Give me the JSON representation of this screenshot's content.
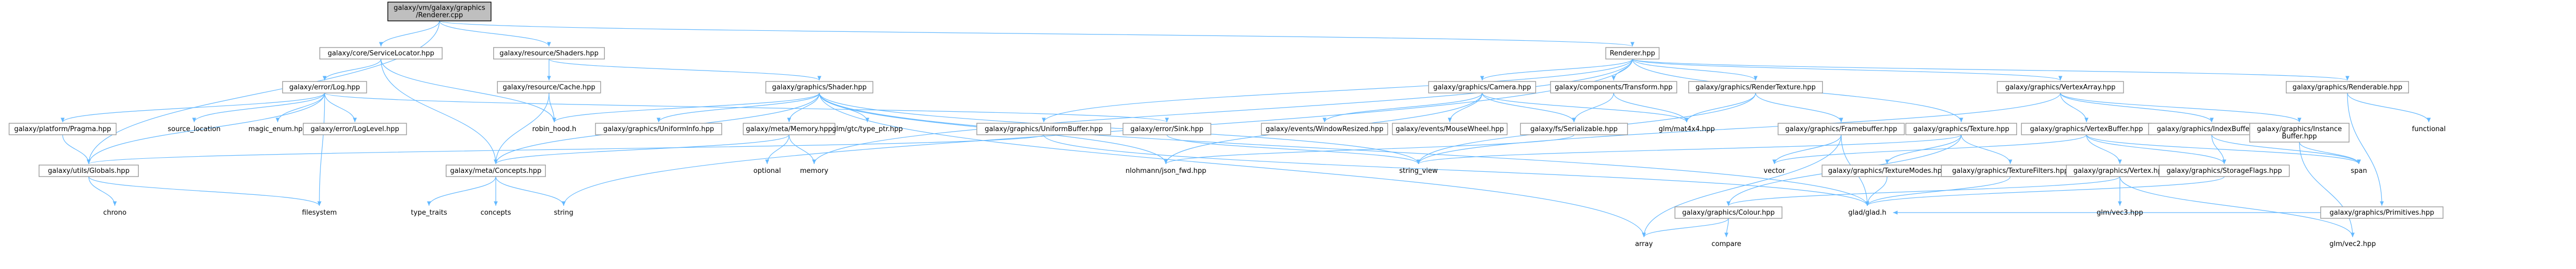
{
  "graph": {
    "nodes": [
      {
        "id": "root",
        "lines": [
          "galaxy/vm/galaxy/graphics",
          "/Renderer.cpp"
        ],
        "kind": "root"
      },
      {
        "id": "serviceLocator",
        "lines": [
          "galaxy/core/ServiceLocator.hpp"
        ],
        "kind": "file"
      },
      {
        "id": "shaders",
        "lines": [
          "galaxy/resource/Shaders.hpp"
        ],
        "kind": "file"
      },
      {
        "id": "renderer",
        "lines": [
          "Renderer.hpp"
        ],
        "kind": "file"
      },
      {
        "id": "log",
        "lines": [
          "galaxy/error/Log.hpp"
        ],
        "kind": "file"
      },
      {
        "id": "cache",
        "lines": [
          "galaxy/resource/Cache.hpp"
        ],
        "kind": "file"
      },
      {
        "id": "shader",
        "lines": [
          "galaxy/graphics/Shader.hpp"
        ],
        "kind": "file"
      },
      {
        "id": "camera",
        "lines": [
          "galaxy/graphics/Camera.hpp"
        ],
        "kind": "file"
      },
      {
        "id": "transform",
        "lines": [
          "galaxy/components/Transform.hpp"
        ],
        "kind": "file"
      },
      {
        "id": "renderTexture",
        "lines": [
          "galaxy/graphics/RenderTexture.hpp"
        ],
        "kind": "file"
      },
      {
        "id": "vertexArray",
        "lines": [
          "galaxy/graphics/VertexArray.hpp"
        ],
        "kind": "file"
      },
      {
        "id": "renderable",
        "lines": [
          "galaxy/graphics/Renderable.hpp"
        ],
        "kind": "file"
      },
      {
        "id": "pragma",
        "lines": [
          "galaxy/platform/Pragma.hpp"
        ],
        "kind": "file"
      },
      {
        "id": "sourceLocation",
        "lines": [
          "source_location"
        ],
        "kind": "leaf"
      },
      {
        "id": "magicEnum",
        "lines": [
          "magic_enum.hpp"
        ],
        "kind": "leaf"
      },
      {
        "id": "logLevel",
        "lines": [
          "galaxy/error/LogLevel.hpp"
        ],
        "kind": "file"
      },
      {
        "id": "robinHood",
        "lines": [
          "robin_hood.h"
        ],
        "kind": "leaf"
      },
      {
        "id": "uniformInfo",
        "lines": [
          "galaxy/graphics/UniformInfo.hpp"
        ],
        "kind": "file"
      },
      {
        "id": "memoryHpp",
        "lines": [
          "galaxy/meta/Memory.hpp"
        ],
        "kind": "file"
      },
      {
        "id": "typeGtr",
        "lines": [
          "glm/gtc/type_ptr.hpp"
        ],
        "kind": "leaf"
      },
      {
        "id": "uniformBuffer",
        "lines": [
          "galaxy/graphics/UniformBuffer.hpp"
        ],
        "kind": "file"
      },
      {
        "id": "sink",
        "lines": [
          "galaxy/error/Sink.hpp"
        ],
        "kind": "file"
      },
      {
        "id": "windowResized",
        "lines": [
          "galaxy/events/WindowResized.hpp"
        ],
        "kind": "file"
      },
      {
        "id": "mouseWheel",
        "lines": [
          "galaxy/events/MouseWheel.hpp"
        ],
        "kind": "file"
      },
      {
        "id": "serializable",
        "lines": [
          "galaxy/fs/Serializable.hpp"
        ],
        "kind": "file"
      },
      {
        "id": "mat4x4",
        "lines": [
          "glm/mat4x4.hpp"
        ],
        "kind": "leaf"
      },
      {
        "id": "framebuffer",
        "lines": [
          "galaxy/graphics/Framebuffer.hpp"
        ],
        "kind": "file"
      },
      {
        "id": "texture",
        "lines": [
          "galaxy/graphics/Texture.hpp"
        ],
        "kind": "file"
      },
      {
        "id": "vertexBuffer",
        "lines": [
          "galaxy/graphics/VertexBuffer.hpp"
        ],
        "kind": "file"
      },
      {
        "id": "indexBuffer",
        "lines": [
          "galaxy/graphics/IndexBuffer.hpp"
        ],
        "kind": "file"
      },
      {
        "id": "instanceBuffer",
        "lines": [
          "galaxy/graphics/Instance",
          "Buffer.hpp"
        ],
        "kind": "file"
      },
      {
        "id": "functional",
        "lines": [
          "functional"
        ],
        "kind": "leaf"
      },
      {
        "id": "globals",
        "lines": [
          "galaxy/utils/Globals.hpp"
        ],
        "kind": "file"
      },
      {
        "id": "concepts",
        "lines": [
          "galaxy/meta/Concepts.hpp"
        ],
        "kind": "file"
      },
      {
        "id": "optional",
        "lines": [
          "optional"
        ],
        "kind": "leaf"
      },
      {
        "id": "memory",
        "lines": [
          "memory"
        ],
        "kind": "leaf"
      },
      {
        "id": "json",
        "lines": [
          "nlohmann/json_fwd.hpp"
        ],
        "kind": "leaf"
      },
      {
        "id": "stringView",
        "lines": [
          "string_view"
        ],
        "kind": "leaf"
      },
      {
        "id": "vector",
        "lines": [
          "vector"
        ],
        "kind": "leaf"
      },
      {
        "id": "textureModes",
        "lines": [
          "galaxy/graphics/TextureModes.hpp"
        ],
        "kind": "file"
      },
      {
        "id": "textureFilters",
        "lines": [
          "galaxy/graphics/TextureFilters.hpp"
        ],
        "kind": "file"
      },
      {
        "id": "vertex",
        "lines": [
          "galaxy/graphics/Vertex.hpp"
        ],
        "kind": "file"
      },
      {
        "id": "storageFlags",
        "lines": [
          "galaxy/graphics/StorageFlags.hpp"
        ],
        "kind": "file"
      },
      {
        "id": "span",
        "lines": [
          "span"
        ],
        "kind": "leaf"
      },
      {
        "id": "primitives",
        "lines": [
          "galaxy/graphics/Primitives.hpp"
        ],
        "kind": "file"
      },
      {
        "id": "chrono",
        "lines": [
          "chrono"
        ],
        "kind": "leaf"
      },
      {
        "id": "filesystem",
        "lines": [
          "filesystem"
        ],
        "kind": "leaf"
      },
      {
        "id": "typeTraits",
        "lines": [
          "type_traits"
        ],
        "kind": "leaf"
      },
      {
        "id": "conceptsStd",
        "lines": [
          "concepts"
        ],
        "kind": "leaf"
      },
      {
        "id": "string",
        "lines": [
          "string"
        ],
        "kind": "leaf"
      },
      {
        "id": "colour",
        "lines": [
          "galaxy/graphics/Colour.hpp"
        ],
        "kind": "file"
      },
      {
        "id": "glad",
        "lines": [
          "glad/glad.h"
        ],
        "kind": "leaf"
      },
      {
        "id": "vec3",
        "lines": [
          "glm/vec3.hpp"
        ],
        "kind": "leaf"
      },
      {
        "id": "vec2",
        "lines": [
          "glm/vec2.hpp"
        ],
        "kind": "leaf"
      },
      {
        "id": "array",
        "lines": [
          "array"
        ],
        "kind": "leaf"
      },
      {
        "id": "compare",
        "lines": [
          "compare"
        ],
        "kind": "leaf"
      }
    ],
    "edges": [
      [
        "root",
        "serviceLocator"
      ],
      [
        "root",
        "shaders"
      ],
      [
        "root",
        "renderer"
      ],
      [
        "root",
        "globals"
      ],
      [
        "serviceLocator",
        "log"
      ],
      [
        "serviceLocator",
        "concepts"
      ],
      [
        "serviceLocator",
        "robinHood"
      ],
      [
        "shaders",
        "cache"
      ],
      [
        "shaders",
        "shader"
      ],
      [
        "cache",
        "robinHood"
      ],
      [
        "cache",
        "concepts"
      ],
      [
        "log",
        "pragma"
      ],
      [
        "log",
        "sourceLocation"
      ],
      [
        "log",
        "magicEnum"
      ],
      [
        "log",
        "logLevel"
      ],
      [
        "log",
        "sink"
      ],
      [
        "log",
        "globals"
      ],
      [
        "log",
        "filesystem"
      ],
      [
        "pragma",
        "globals"
      ],
      [
        "globals",
        "chrono"
      ],
      [
        "globals",
        "filesystem"
      ],
      [
        "concepts",
        "typeTraits"
      ],
      [
        "concepts",
        "conceptsStd"
      ],
      [
        "concepts",
        "string"
      ],
      [
        "shader",
        "robinHood"
      ],
      [
        "shader",
        "uniformInfo"
      ],
      [
        "shader",
        "memoryHpp"
      ],
      [
        "shader",
        "typeGtr"
      ],
      [
        "shader",
        "json"
      ],
      [
        "shader",
        "stringView"
      ],
      [
        "shader",
        "glad"
      ],
      [
        "shader",
        "concepts"
      ],
      [
        "shader",
        "array"
      ],
      [
        "memoryHpp",
        "optional"
      ],
      [
        "memoryHpp",
        "memory"
      ],
      [
        "memoryHpp",
        "concepts"
      ],
      [
        "sink",
        "stringView"
      ],
      [
        "renderer",
        "camera"
      ],
      [
        "renderer",
        "transform"
      ],
      [
        "renderer",
        "renderTexture"
      ],
      [
        "renderer",
        "vertexArray"
      ],
      [
        "renderer",
        "renderable"
      ],
      [
        "renderer",
        "uniformBuffer"
      ],
      [
        "renderer",
        "texture"
      ],
      [
        "renderer",
        "string"
      ],
      [
        "renderer",
        "memory"
      ],
      [
        "camera",
        "windowResized"
      ],
      [
        "camera",
        "mouseWheel"
      ],
      [
        "camera",
        "serializable"
      ],
      [
        "camera",
        "mat4x4"
      ],
      [
        "camera",
        "json"
      ],
      [
        "transform",
        "serializable"
      ],
      [
        "transform",
        "mat4x4"
      ],
      [
        "renderTexture",
        "framebuffer"
      ],
      [
        "renderTexture",
        "mat4x4"
      ],
      [
        "renderTexture",
        "stringView"
      ],
      [
        "serializable",
        "json"
      ],
      [
        "uniformBuffer",
        "glad"
      ],
      [
        "uniformBuffer",
        "globals"
      ],
      [
        "framebuffer",
        "vector"
      ],
      [
        "framebuffer",
        "glad"
      ],
      [
        "framebuffer",
        "array"
      ],
      [
        "texture",
        "textureModes"
      ],
      [
        "texture",
        "textureFilters"
      ],
      [
        "texture",
        "stringView"
      ],
      [
        "texture",
        "colour"
      ],
      [
        "textureModes",
        "glad"
      ],
      [
        "textureFilters",
        "glad"
      ],
      [
        "vertexArray",
        "vertexBuffer"
      ],
      [
        "vertexArray",
        "indexBuffer"
      ],
      [
        "vertexArray",
        "instanceBuffer"
      ],
      [
        "vertexArray",
        "stringView"
      ],
      [
        "vertexBuffer",
        "vertex"
      ],
      [
        "vertexBuffer",
        "storageFlags"
      ],
      [
        "vertexBuffer",
        "span"
      ],
      [
        "vertexBuffer",
        "vector"
      ],
      [
        "indexBuffer",
        "storageFlags"
      ],
      [
        "indexBuffer",
        "span"
      ],
      [
        "instanceBuffer",
        "span"
      ],
      [
        "instanceBuffer",
        "vec2"
      ],
      [
        "storageFlags",
        "glad"
      ],
      [
        "vertex",
        "vec3"
      ],
      [
        "vertex",
        "vec2"
      ],
      [
        "vertex",
        "colour"
      ],
      [
        "renderable",
        "functional"
      ],
      [
        "renderable",
        "primitives"
      ],
      [
        "primitives",
        "glad"
      ],
      [
        "colour",
        "array"
      ],
      [
        "colour",
        "compare"
      ]
    ]
  }
}
